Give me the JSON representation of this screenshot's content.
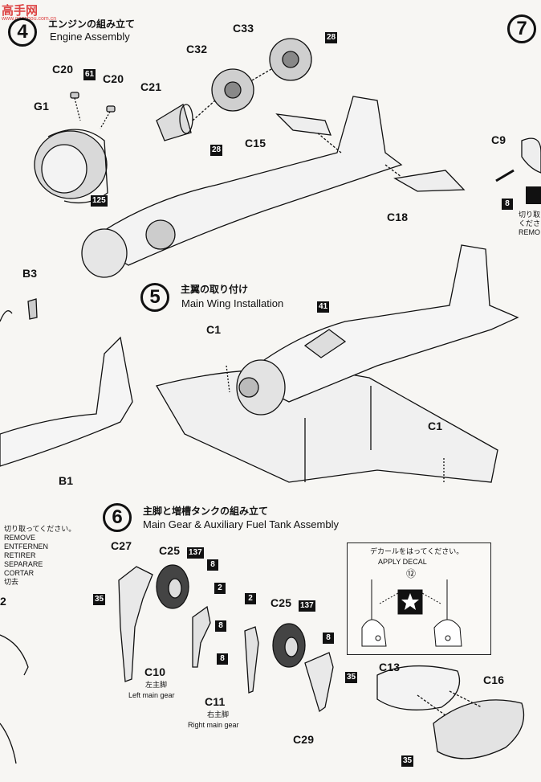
{
  "watermark": {
    "brand": "高手网",
    "site": "www.gaoshou.com.cn"
  },
  "steps": {
    "s4": {
      "number": "4",
      "jp": "エンジンの組み立て",
      "en": "Engine Assembly"
    },
    "s5": {
      "number": "5",
      "jp": "主翼の取り付け",
      "en": "Main Wing Installation"
    },
    "s6": {
      "number": "6",
      "jp": "主脚と増槽タンクの組み立て",
      "en": "Main Gear & Auxiliary Fuel Tank Assembly"
    },
    "s7": {
      "number": "7"
    }
  },
  "parts": {
    "c33": "C33",
    "c32": "C32",
    "c21": "C21",
    "c20a": "C20",
    "c20b": "C20",
    "g1": "G1",
    "c15": "C15",
    "c18": "C18",
    "c9": "C9",
    "b3": "B3",
    "b1": "B1",
    "c1a": "C1",
    "c1b": "C1",
    "c27": "C27",
    "c25a": "C25",
    "c25b": "C25",
    "c10": "C10",
    "c11": "C11",
    "c29": "C29",
    "c13": "C13",
    "c16": "C16",
    "b2": "2"
  },
  "colors": {
    "c28a": "28",
    "c28b": "28",
    "c61": "61",
    "c125": "125",
    "c8a": "8",
    "c41": "41",
    "c137a": "137",
    "c8b": "8",
    "c2a": "2",
    "c8c": "8",
    "c35a": "35",
    "c2b": "2",
    "c137b": "137",
    "c8d": "8",
    "c8e": "8",
    "c35b": "35",
    "c35c": "35"
  },
  "gear": {
    "left_jp": "左主脚",
    "left_en": "Left main gear",
    "right_jp": "右主脚",
    "right_en": "Right main gear"
  },
  "remove": {
    "jp": "切り取ってください。",
    "langs": [
      "REMOVE",
      "ENTFERNEN",
      "RETIRER",
      "SEPARARE",
      "CORTAR",
      "切去"
    ]
  },
  "remove_right": {
    "jp": "切り取",
    "jp2": "くださ",
    "en": "REMO"
  },
  "decal": {
    "jp": "デカールをはってください。",
    "en": "APPLY DECAL",
    "number": "⑫"
  }
}
